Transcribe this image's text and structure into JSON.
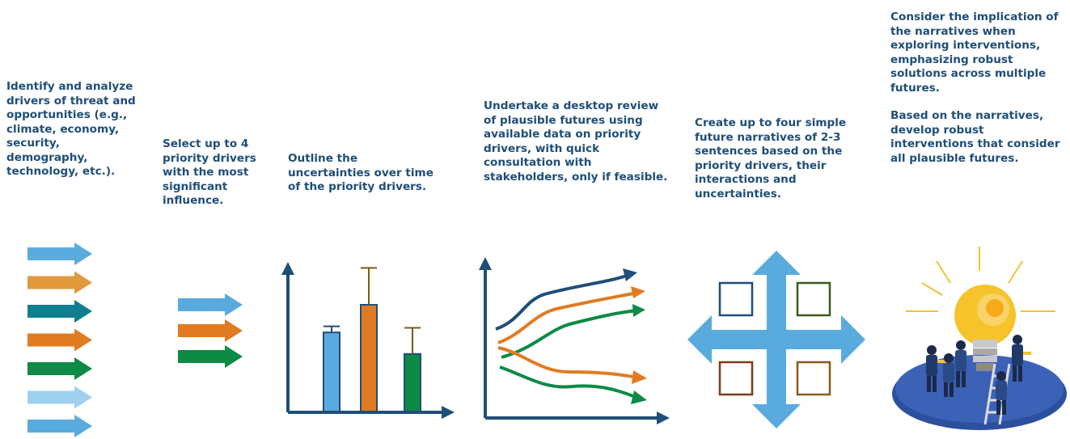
{
  "steps": [
    {
      "id": "identify",
      "text": "Identify and analyze drivers of threat and opportunities (e.g., climate, economy, security, demography, technology, etc.)."
    },
    {
      "id": "select",
      "text": "Select up to 4 priority drivers with the most significant influence."
    },
    {
      "id": "outline",
      "text": "Outline the uncertainties over time of the priority drivers."
    },
    {
      "id": "review",
      "text": "Undertake a desktop review of plausible futures using available data on priority drivers, with quick consultation with stakeholders, only if feasible."
    },
    {
      "id": "narratives",
      "text": "Create up to four simple future narratives of 2-3 sentences based on the priority drivers, their interactions and uncertainties."
    },
    {
      "id": "interventions",
      "text": "Consider the implication of the narratives when exploring interventions, emphasizing robust solutions across multiple futures.",
      "text2": "Based on the narratives, develop robust interventions that consider all plausible futures."
    }
  ],
  "driver_arrow_colors": [
    "#5aabdd",
    "#e09a3c",
    "#0f7f8f",
    "#e07b22",
    "#0d8a45",
    "#9fd0ef",
    "#5aabdd"
  ],
  "priority_arrow_colors": [
    "#5aabdd",
    "#e07b22",
    "#0d8a45"
  ],
  "bar_colors": [
    "#5aabdd",
    "#e07b22",
    "#0d8a45"
  ],
  "bar_levels": [
    0.52,
    0.7,
    0.38
  ],
  "curve_colors": [
    "#1f4e79",
    "#e07b22",
    "#0d8a45",
    "#e07b22",
    "#0d8a45"
  ],
  "quad_box_colors": [
    "#1f4e79",
    "#3a5a1a",
    "#7a3b1a",
    "#8a5a1a"
  ],
  "axis_color": "#1f4e79",
  "quad_arrow_color": "#5aabdd"
}
